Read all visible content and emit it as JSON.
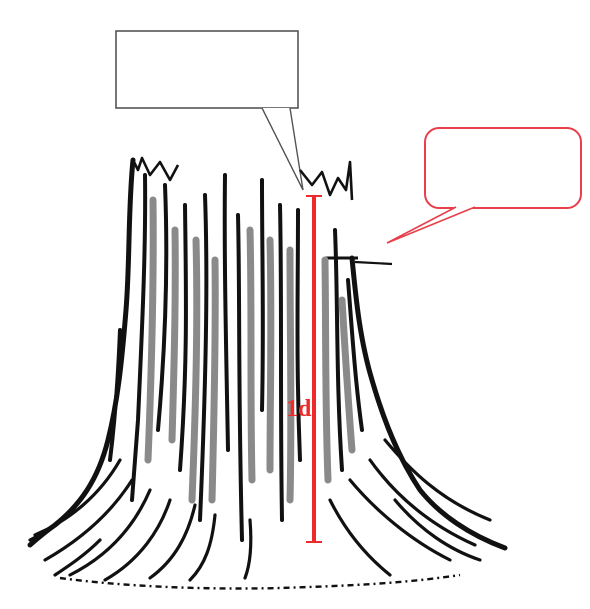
{
  "diagram": {
    "subject": "tree-stump",
    "height_label": "1d",
    "callouts": [
      {
        "id": "top-callout",
        "text": "",
        "border_color": "#555555"
      },
      {
        "id": "side-callout",
        "text": "",
        "border_color": "#e8404a"
      }
    ],
    "colors": {
      "ink": "#111111",
      "bark_grey": "#8a8a8a",
      "measure": "#ee2b2b",
      "callout_red": "#e8404a",
      "callout_grey": "#555555"
    }
  }
}
